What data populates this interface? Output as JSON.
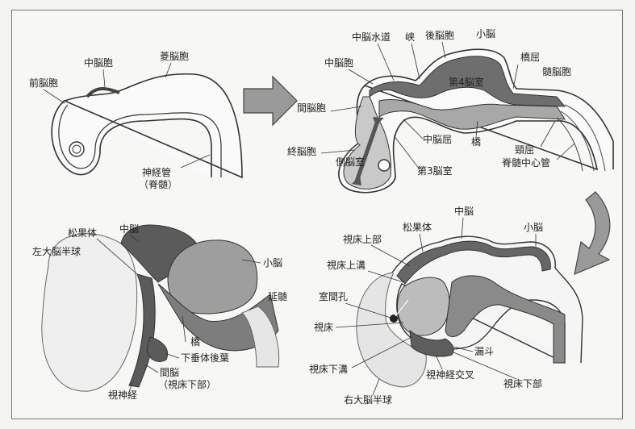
{
  "panel1": {
    "labels": {
      "prosencephalon": "前脳胞",
      "mesencephalon": "中脳胞",
      "rhombencephalon": "菱脳胞",
      "neural_tube_1": "神経管",
      "neural_tube_2": "（脊髄）"
    }
  },
  "panel2": {
    "labels": {
      "cerebral_aqueduct": "中脳水道",
      "isthmus": "峡",
      "metencephalon": "後脳胞",
      "cerebellum": "小脳",
      "mesencephalon": "中脳胞",
      "pontine_flexure": "橋屈",
      "myelencephalon": "髄脳胞",
      "fourth_ventricle": "第4脳室",
      "diencephalon": "間脳胞",
      "midbrain_flexure": "中脳屈",
      "pons": "橋",
      "telencephalon": "終脳胞",
      "lateral_ventricle": "側脳室",
      "third_ventricle": "第3脳室",
      "cervical_flexure": "頸屈",
      "central_canal": "脊髄中心管"
    }
  },
  "panel3": {
    "labels": {
      "pineal": "松果体",
      "midbrain": "中脳",
      "left_hemisphere": "左大脳半球",
      "cerebellum": "小脳",
      "medulla": "延髄",
      "pons": "橋",
      "posterior_pituitary": "下垂体後葉",
      "diencephalon_1": "間脳",
      "diencephalon_2": "（視床下部）",
      "optic_nerve": "視神経"
    }
  },
  "panel4": {
    "labels": {
      "midbrain": "中脳",
      "pineal": "松果体",
      "cerebellum": "小脳",
      "epithalamus": "視床上部",
      "stria": "視床上溝",
      "foramen": "室間孔",
      "thalamus": "視床",
      "infundibulum": "漏斗",
      "hypothalamic_sulcus": "視床下溝",
      "optic_chiasm": "視神経交叉",
      "hypothalamus": "視床下部",
      "right_hemisphere": "右大脳半球"
    }
  }
}
